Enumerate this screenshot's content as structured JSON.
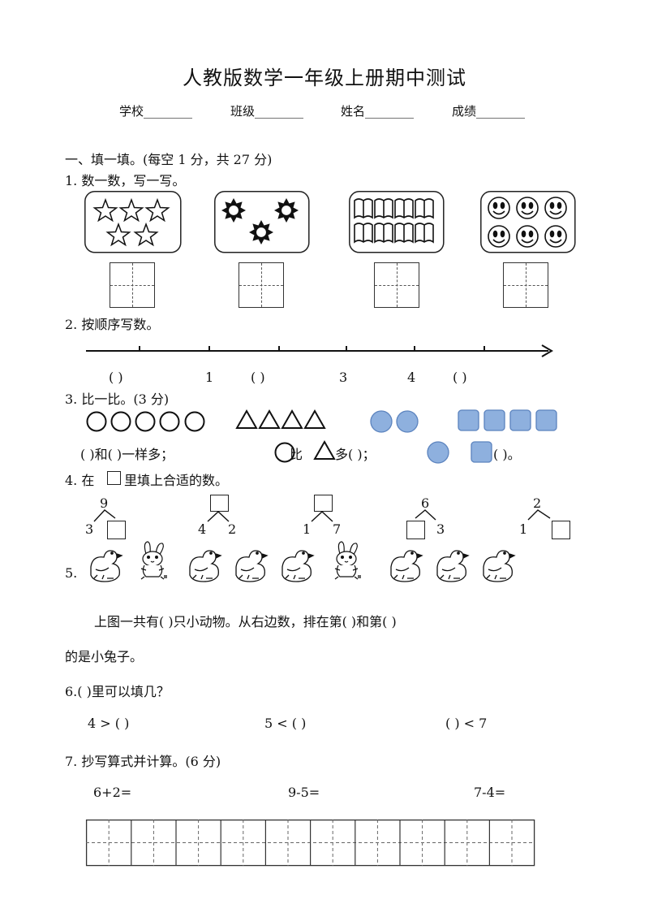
{
  "header": {
    "title": "人教版数学一年级上册期中测试",
    "school": "学校________",
    "class": "班级________",
    "name": "姓名________",
    "score": "成绩________"
  },
  "section1": {
    "heading": "一、填一填。(每空 1  分，共 27 分)"
  },
  "q1": {
    "label": "1.  数一数，写一写。",
    "icons": [
      "star-icon",
      "sun-icon",
      "book-icon",
      "smiley-icon"
    ]
  },
  "q2": {
    "label": "2.  按顺序写数。",
    "labels": [
      "(          )",
      "1",
      "(          )",
      "3",
      "4",
      "(          )"
    ]
  },
  "q3": {
    "label": "3.  比一比。(3 分)",
    "sentence_a": "(          )和(        )一样多；",
    "sentence_b1": "比",
    "sentence_b2": "多(          )；",
    "sentence_c": "(          )。",
    "colors": {
      "shape_fill": "#8eb0de",
      "shape_stroke": "#5b83be"
    }
  },
  "q4": {
    "label": "4.  在",
    "label_tail": "里填上合适的数。",
    "trees": [
      {
        "top": "9",
        "left": "3",
        "right": ""
      },
      {
        "top": "",
        "left": "4",
        "right": "2"
      },
      {
        "top": "",
        "left": "1",
        "right": "7"
      },
      {
        "top": "6",
        "left": "",
        "right": "3"
      },
      {
        "top": "2",
        "left": "1",
        "right": ""
      }
    ]
  },
  "q5": {
    "label": "5.",
    "animals": [
      "duck-icon",
      "rabbit-icon",
      "duck-icon",
      "duck-icon",
      "duck-icon",
      "rabbit-icon",
      "duck-icon",
      "duck-icon",
      "duck-icon"
    ],
    "line1": "上图一共有(          )只小动物。从右边数，排在第(          )和第(          )",
    "line2": "的是小兔子。"
  },
  "q6": {
    "label": "6.(     )里可以填几？",
    "items": [
      "4   > (               )",
      "5   < (               )",
      "(               ) < 7"
    ]
  },
  "q7": {
    "label": "7.  抄写算式并计算。(6 分)",
    "exprs": [
      "6+2=",
      "9-5=",
      "7-4="
    ]
  }
}
